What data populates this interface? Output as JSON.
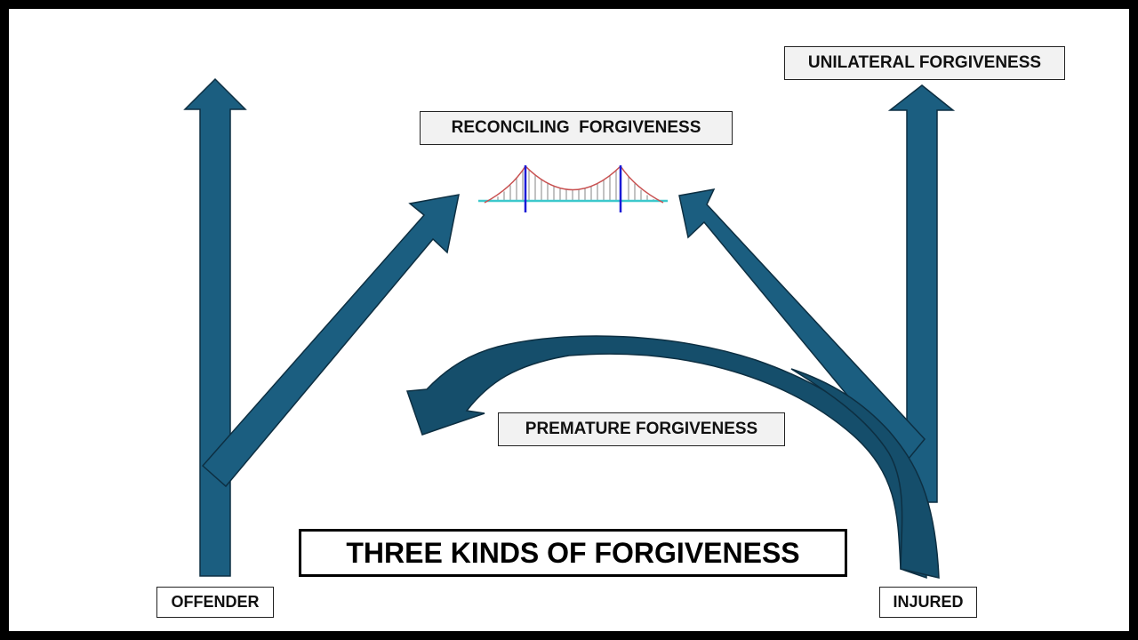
{
  "diagram": {
    "title": "THREE KINDS OF FORGIVENESS",
    "labels": {
      "offender": "OFFENDER",
      "injured": "INJURED",
      "reconciling": "RECONCILING  FORGIVENESS",
      "unilateral": "UNILATERAL FORGIVENESS",
      "premature": "PREMATURE FORGIVENESS"
    },
    "colors": {
      "arrow_fill": "#1b5e80",
      "arrow_dark": "#154e6b",
      "arrow_outline": "#0d2f42",
      "bridge_tower": "#1a1ad6",
      "bridge_deck": "#3cc8cc",
      "bridge_cable": "#c85050",
      "bridge_hanger": "#9a9a9a",
      "frame": "#000000"
    },
    "edges": [
      {
        "from": "offender",
        "to": "offender-up",
        "style": "straight-arrow"
      },
      {
        "from": "offender",
        "to": "reconciling",
        "style": "straight-arrow"
      },
      {
        "from": "injured",
        "to": "unilateral",
        "style": "straight-arrow"
      },
      {
        "from": "injured",
        "to": "reconciling",
        "style": "straight-arrow"
      },
      {
        "from": "injured",
        "to": "premature",
        "style": "curved-arrow"
      }
    ],
    "icons": {
      "bridge": "suspension-bridge-icon"
    }
  }
}
